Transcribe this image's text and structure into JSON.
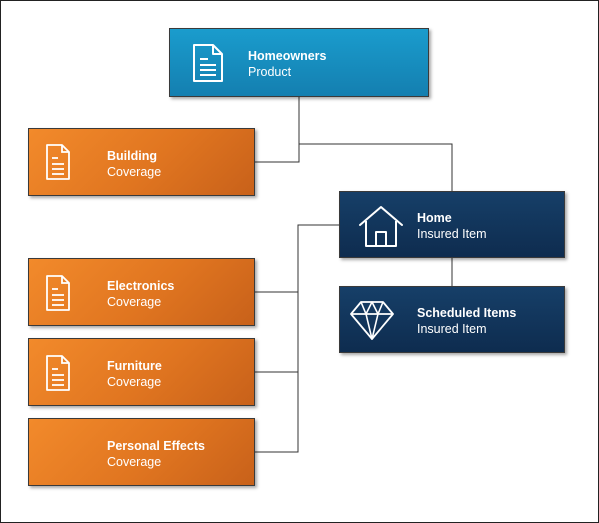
{
  "product": {
    "title": "Homeowners",
    "subtitle": "Product",
    "icon": "document-icon"
  },
  "coverages": [
    {
      "title": "Building",
      "subtitle": "Coverage",
      "icon": "document-icon"
    },
    {
      "title": "Electronics",
      "subtitle": "Coverage",
      "icon": "document-icon"
    },
    {
      "title": "Furniture",
      "subtitle": "Coverage",
      "icon": "document-icon"
    },
    {
      "title": "Personal Effects",
      "subtitle": "Coverage",
      "icon": "none"
    }
  ],
  "insured_items": [
    {
      "title": "Home",
      "subtitle": "Insured Item",
      "icon": "house-icon"
    },
    {
      "title": "Scheduled Items",
      "subtitle": "Insured Item",
      "icon": "diamond-icon"
    }
  ],
  "colors": {
    "product": "#1a8fc2",
    "coverage": "#e67a22",
    "insured_item": "#123659",
    "connector": "#333333"
  }
}
